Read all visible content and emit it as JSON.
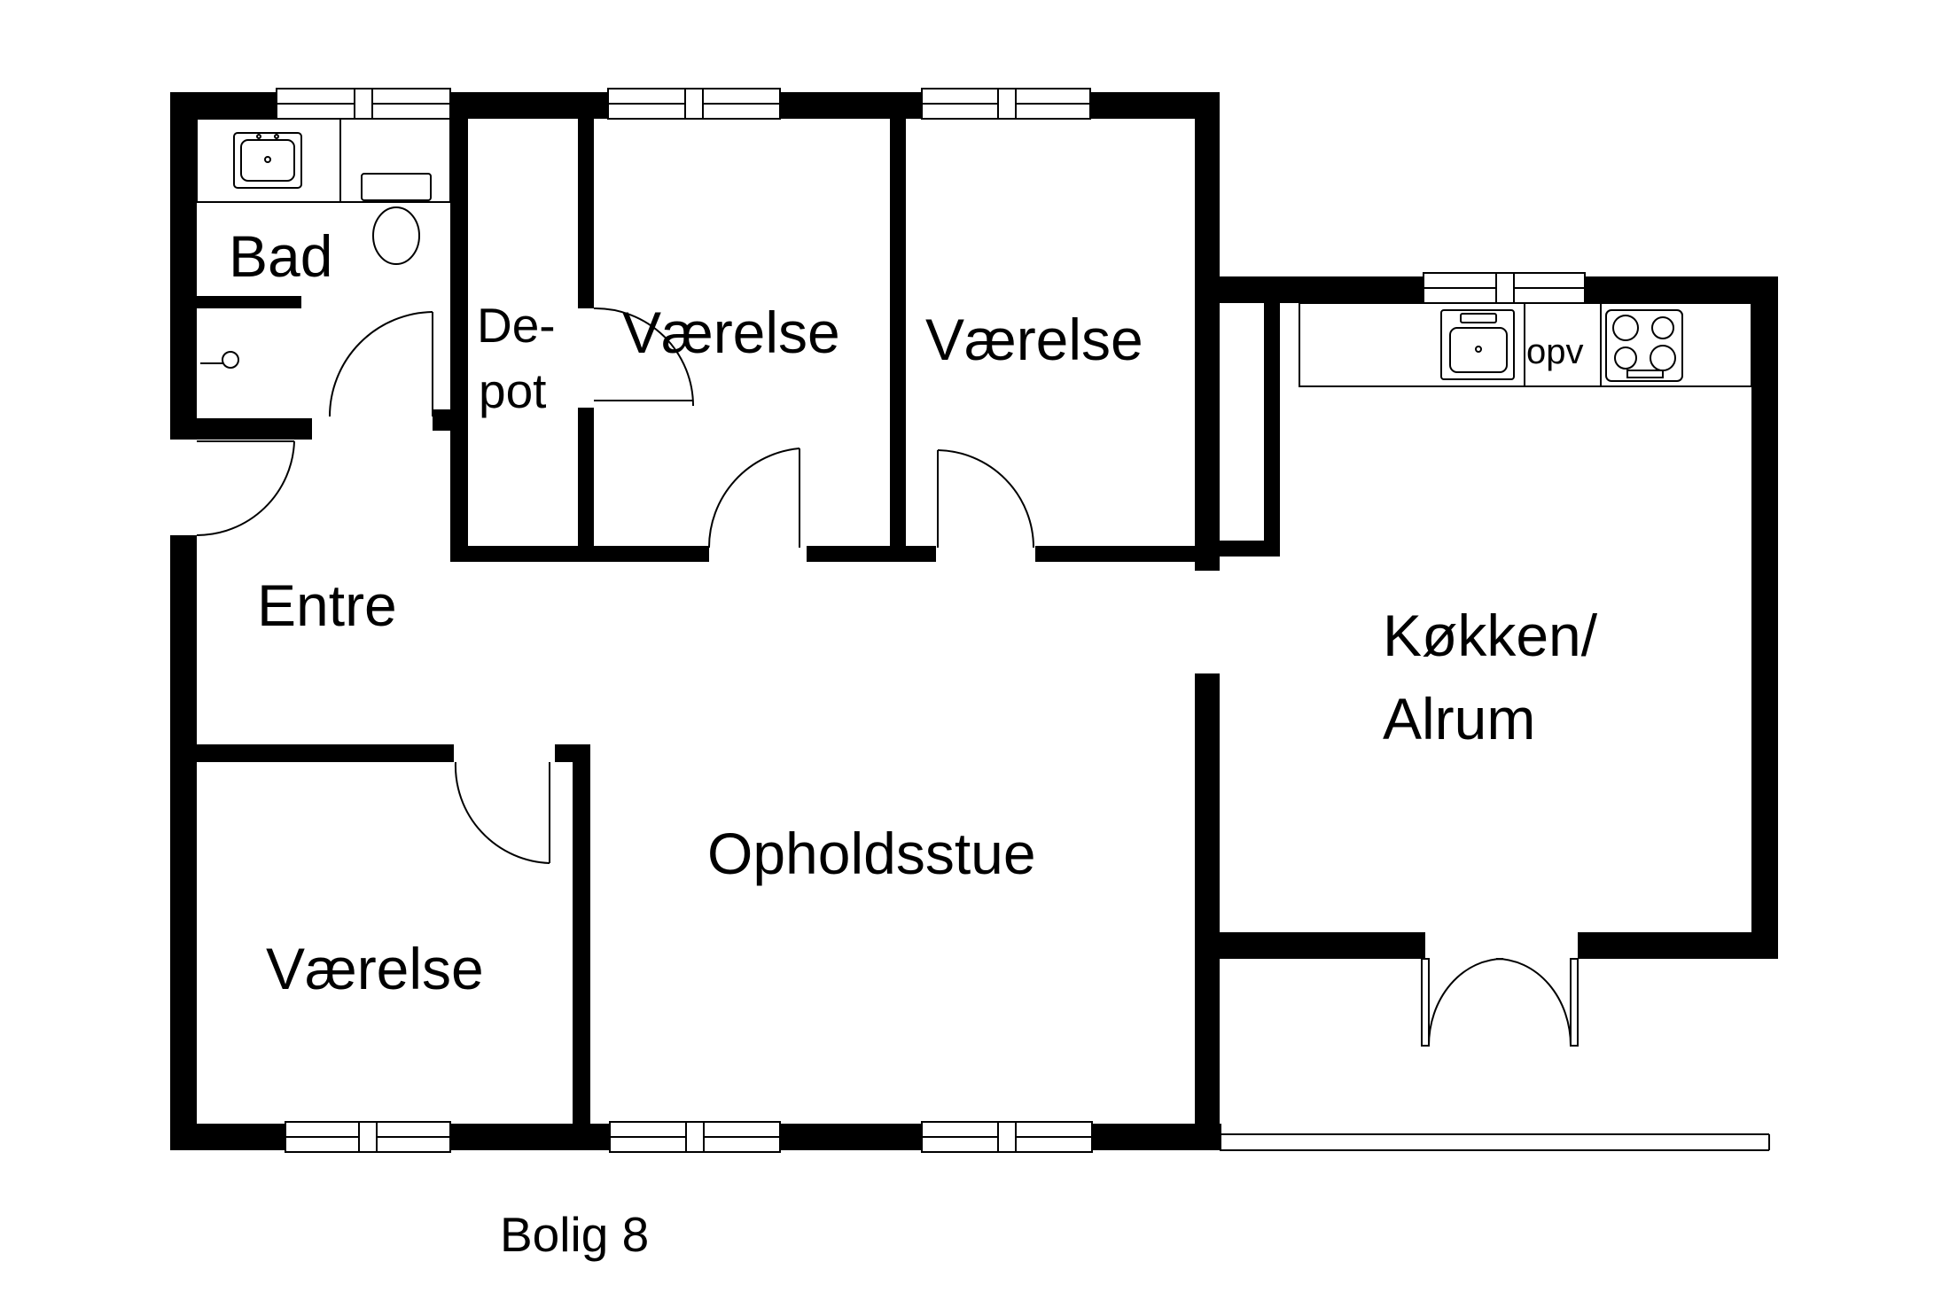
{
  "plan": {
    "caption": "Bolig 8",
    "rooms": {
      "bad": "Bad",
      "depot_line1": "De-",
      "depot_line2": "pot",
      "vaerelse_top_left": "Værelse",
      "vaerelse_top_right": "Værelse",
      "entre": "Entre",
      "kokken_line1": "Køkken/",
      "kokken_line2": "Alrum",
      "opholdsstue": "Opholdsstue",
      "vaerelse_bottom": "Værelse",
      "opv": "opv"
    },
    "colors": {
      "wall": "#000000",
      "background": "#ffffff"
    }
  }
}
